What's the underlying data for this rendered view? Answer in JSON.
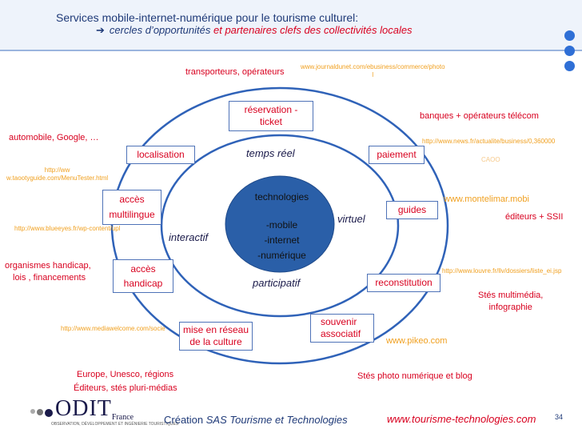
{
  "header": {
    "title": "Services mobile-internet-numérique pour le tourisme culturel:",
    "subtitle_prefix": "cercles d’opportunités",
    "subtitle_highlight": "et partenaires clefs des collectivités locales"
  },
  "diagram": {
    "core_lines": [
      "technologies",
      "-mobile",
      "-internet",
      "-numérique"
    ],
    "inner_labels": {
      "top": "temps réel",
      "right": "virtuel",
      "left": "interactif",
      "bottom": "participatif"
    },
    "boxes": {
      "reservation": "réservation - ticket",
      "localisation": "localisation",
      "paiement": "paiement",
      "acces_multilingue": [
        "accès",
        "multilingue"
      ],
      "guides": "guides",
      "acces_handicap": [
        "accès",
        "handicap"
      ],
      "reconstitution": "reconstitution",
      "mise_en_reseau": [
        "mise en réseau",
        "de la culture"
      ],
      "souvenir": [
        "souvenir",
        "associatif"
      ]
    }
  },
  "partners": {
    "transporteurs": "transporteurs, opérateurs",
    "banques": "banques + opérateurs  télécom",
    "automobile": "automobile, Google, …",
    "editeurs_ssii": "éditeurs + SSII",
    "organismes": [
      "organismes handicap,",
      "lois , financements"
    ],
    "multimedia": [
      "Stés multimédia,",
      "infographie"
    ],
    "europe": [
      "Europe, Unesco, régions",
      "Éditeurs, stés pluri-médias"
    ],
    "photo": "Stés  photo numérique et  blog"
  },
  "urls": {
    "journaldunet": [
      "www.journaldunet.com/ebusiness/commerce/photo",
      "l"
    ],
    "news": "http://www.news.fr/actualite/business/0,360000",
    "caoo": "CAOO",
    "taooty": [
      "http://ww",
      "w.taootyguide.com/MenuTester.html"
    ],
    "montelimar": "www.montelimar.mobi",
    "blueeyes": "http://www.blueeyes.fr/wp-content/upl",
    "louvre": "http://www.louvre.fr/llv/dossiers/liste_ei.jsp",
    "mediawelcome": "http://www.mediawelcome.com/socie",
    "pikeo": "www.pikeo.com"
  },
  "footer": {
    "credit_prefix": "Création",
    "credit_company": "SAS Tourisme et Technologies",
    "url": "www.tourisme-technologies.com",
    "page": "34"
  },
  "logo": {
    "word": "ODIT",
    "country": "France",
    "tagline": "OBSERVATION, DÉVELOPPEMENT ET INGÉNIERIE TOURISTIQUES"
  },
  "colors": {
    "accent_red": "#d8001f",
    "url_orange": "#f0a020",
    "ring_blue": "#2f62b8",
    "core_blue": "#2a5fa8",
    "title_navy": "#1f3a78"
  }
}
